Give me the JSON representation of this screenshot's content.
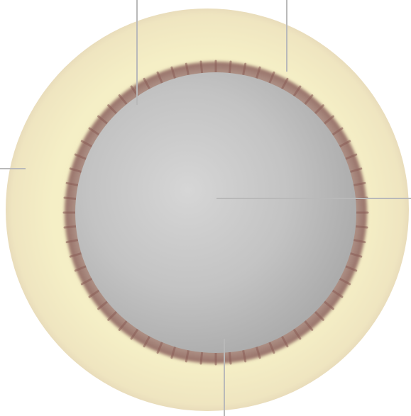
{
  "figure": {
    "subject": "lens-ring-illustration",
    "colors": {
      "background": "#ffffff",
      "outer_ring_light": "#f7f3cf",
      "outer_ring_mid": "#efe8b9",
      "outer_ring_shadow": "#d9c7a8",
      "inner_crenulation_dark": "#8a5d56",
      "center_disc_light": "#d6d6d6",
      "center_disc_dark": "#a9a9a9",
      "leader_line": "#b9b9b9"
    },
    "leader_lines": [
      {
        "name": "leader-line-top-left"
      },
      {
        "name": "leader-line-top-right"
      },
      {
        "name": "leader-line-left"
      },
      {
        "name": "leader-line-right"
      },
      {
        "name": "leader-line-bottom"
      }
    ]
  }
}
